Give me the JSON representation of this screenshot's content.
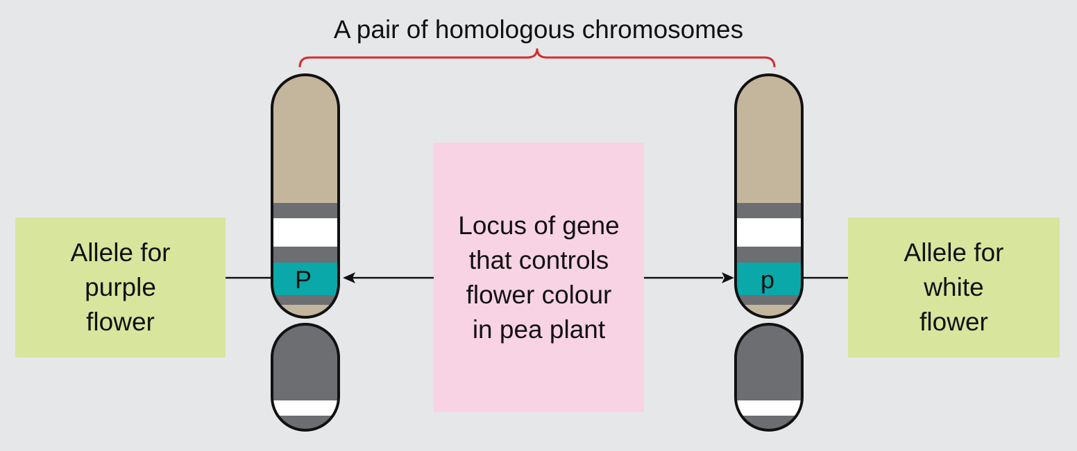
{
  "title": "A pair of homologous chromosomes",
  "left_label": [
    "Allele for",
    "purple",
    "flower"
  ],
  "right_label": [
    "Allele for",
    "white",
    "flower"
  ],
  "center_label": [
    "Locus of gene",
    "that controls",
    "flower colour",
    "in pea plant"
  ],
  "left_allele": "P",
  "right_allele": "p",
  "colors": {
    "background": "#e6e7e9",
    "chromosome_arm": "#c3b69c",
    "band_dark": "#6d6e72",
    "band_light": "#ffffff",
    "locus": "#0aa8a8",
    "lower_arm": "#6d6e72",
    "bracket": "#d42c2c",
    "allele_label_box": "#d8e59d",
    "locus_label_box": "#f8d3e4"
  }
}
